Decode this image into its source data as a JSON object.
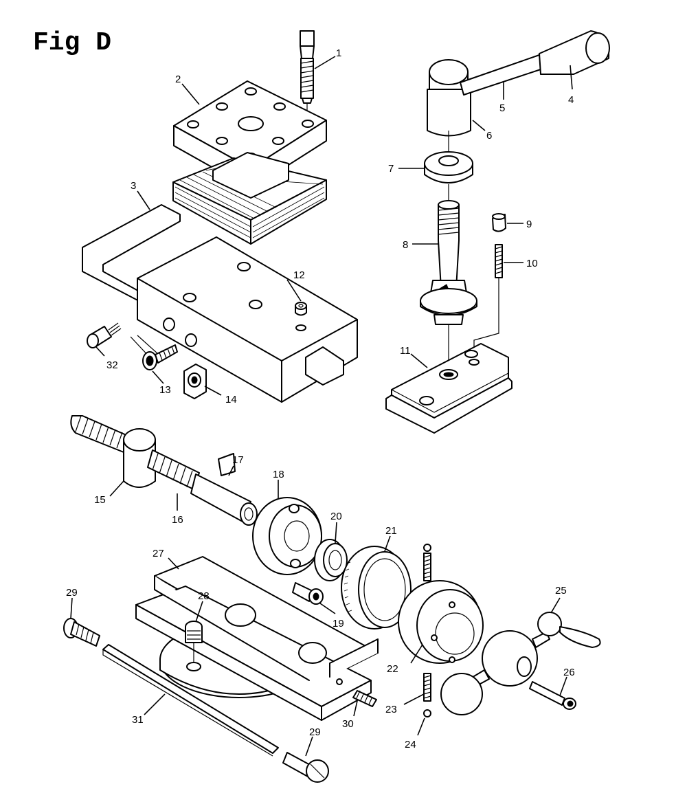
{
  "figure": {
    "title": "Fig D",
    "callouts": [
      {
        "id": "1",
        "label": "1"
      },
      {
        "id": "2",
        "label": "2"
      },
      {
        "id": "3",
        "label": "3"
      },
      {
        "id": "4",
        "label": "4"
      },
      {
        "id": "5",
        "label": "5"
      },
      {
        "id": "6",
        "label": "6"
      },
      {
        "id": "7",
        "label": "7"
      },
      {
        "id": "8",
        "label": "8"
      },
      {
        "id": "9",
        "label": "9"
      },
      {
        "id": "10",
        "label": "10"
      },
      {
        "id": "11",
        "label": "11"
      },
      {
        "id": "12",
        "label": "12"
      },
      {
        "id": "13",
        "label": "13"
      },
      {
        "id": "14",
        "label": "14"
      },
      {
        "id": "15",
        "label": "15"
      },
      {
        "id": "16",
        "label": "16"
      },
      {
        "id": "17",
        "label": "17"
      },
      {
        "id": "18",
        "label": "18"
      },
      {
        "id": "19",
        "label": "19"
      },
      {
        "id": "20",
        "label": "20"
      },
      {
        "id": "21",
        "label": "21"
      },
      {
        "id": "22",
        "label": "22"
      },
      {
        "id": "23",
        "label": "23"
      },
      {
        "id": "24",
        "label": "24"
      },
      {
        "id": "25",
        "label": "25"
      },
      {
        "id": "26",
        "label": "26"
      },
      {
        "id": "27",
        "label": "27"
      },
      {
        "id": "28",
        "label": "28"
      },
      {
        "id": "29a",
        "label": "29"
      },
      {
        "id": "29b",
        "label": "29"
      },
      {
        "id": "30",
        "label": "30"
      },
      {
        "id": "31",
        "label": "31"
      },
      {
        "id": "32",
        "label": "32"
      }
    ]
  },
  "colors": {
    "ink": "#000000",
    "paper": "#ffffff"
  }
}
